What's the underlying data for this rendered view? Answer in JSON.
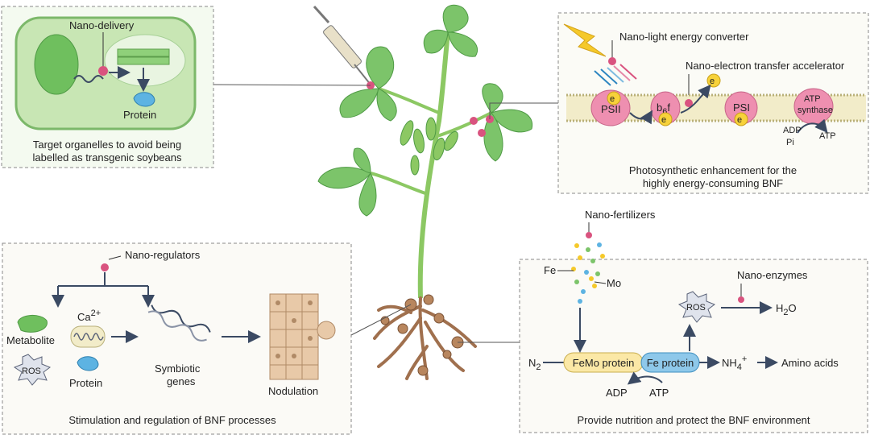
{
  "panels": {
    "target": {
      "nano_label": "Nano-delivery",
      "protein_label": "Protein",
      "caption_line1": "Target organelles to avoid being",
      "caption_line2": "labelled as transgenic soybeans"
    },
    "photo": {
      "converter_label": "Nano-light energy converter",
      "accelerator_label": "Nano-electron transfer accelerator",
      "psii": "PSII",
      "b6f_main": "b",
      "b6f_sub": "6",
      "b6f_tail": "f",
      "psi": "PSI",
      "atp_synthase_1": "ATP",
      "atp_synthase_2": "synthase",
      "electron": "e",
      "electron_sup": "−",
      "adp": "ADP",
      "pi": "Pi",
      "atp": "ATP",
      "caption_line1": "Photosynthetic enhancement for the",
      "caption_line2": "highly energy-consuming BNF"
    },
    "stim": {
      "regulators_label": "Nano-regulators",
      "ca_main": "Ca",
      "ca_sup": "2+",
      "metabolite": "Metabolite",
      "ros": "ROS",
      "protein": "Protein",
      "genes_line1": "Symbiotic",
      "genes_line2": "genes",
      "nodulation": "Nodulation",
      "caption": "Stimulation and regulation of BNF processes"
    },
    "nutrition": {
      "fertilizers_label": "Nano-fertilizers",
      "fe": "Fe",
      "mo": "Mo",
      "enzymes_label": "Nano-enzymes",
      "ros": "ROS",
      "h2o_main": "H",
      "h2o_sub": "2",
      "h2o_tail": "O",
      "n2_main": "N",
      "n2_sub": "2",
      "femo": "FeMo protein",
      "fe_protein": "Fe protein",
      "nh4_main": "NH",
      "nh4_sub": "4",
      "nh4_sup": "+",
      "amino": "Amino acids",
      "adp": "ADP",
      "atp": "ATP",
      "caption": "Provide nutrition and protect the BNF environment"
    }
  },
  "colors": {
    "nano_pink": "#d9537f",
    "leaf_green": "#7cc46a",
    "leaf_dark": "#4f9a45",
    "stem_green": "#8cc863",
    "root_brown": "#a0704e",
    "psii_pink": "#ee8fb0",
    "femo_yellow": "#fbe8a6",
    "fe_blue": "#8ec8ea",
    "protein_blue": "#5db3e2",
    "panel_green": "#c8e6b4",
    "arrow_navy": "#3b4a63"
  }
}
